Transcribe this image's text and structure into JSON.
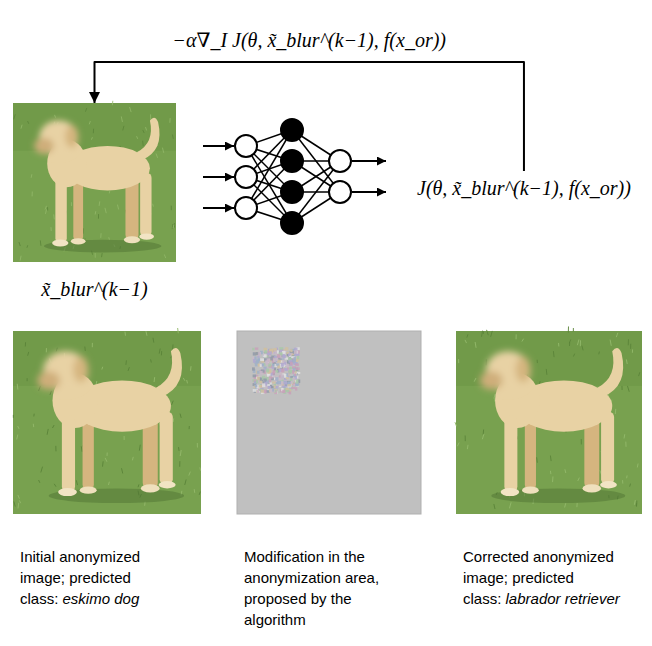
{
  "diagram": {
    "nodes": [
      {
        "text": [
          "x̃_blur^(k−1)"
        ]
      },
      {
        "text": [
          "J(θ, x̃_blur^(k−1), f(x_or))"
        ]
      },
      {
        "text": [
          "Initial anonymized image; predicted class:",
          "eskimo dog"
        ]
      },
      {
        "text": [
          "Modification in the anonymization area, proposed by the algorithm"
        ]
      },
      {
        "text": [
          "Corrected anonymized image; predicted class:",
          "labrador retriever"
        ]
      }
    ],
    "edges": [
      {
        "from": 1,
        "to": 0,
        "arrow": "to",
        "label": "−α∇_I J(θ, x̃_blur^(k−1), f(x_or))"
      }
    ]
  }
}
